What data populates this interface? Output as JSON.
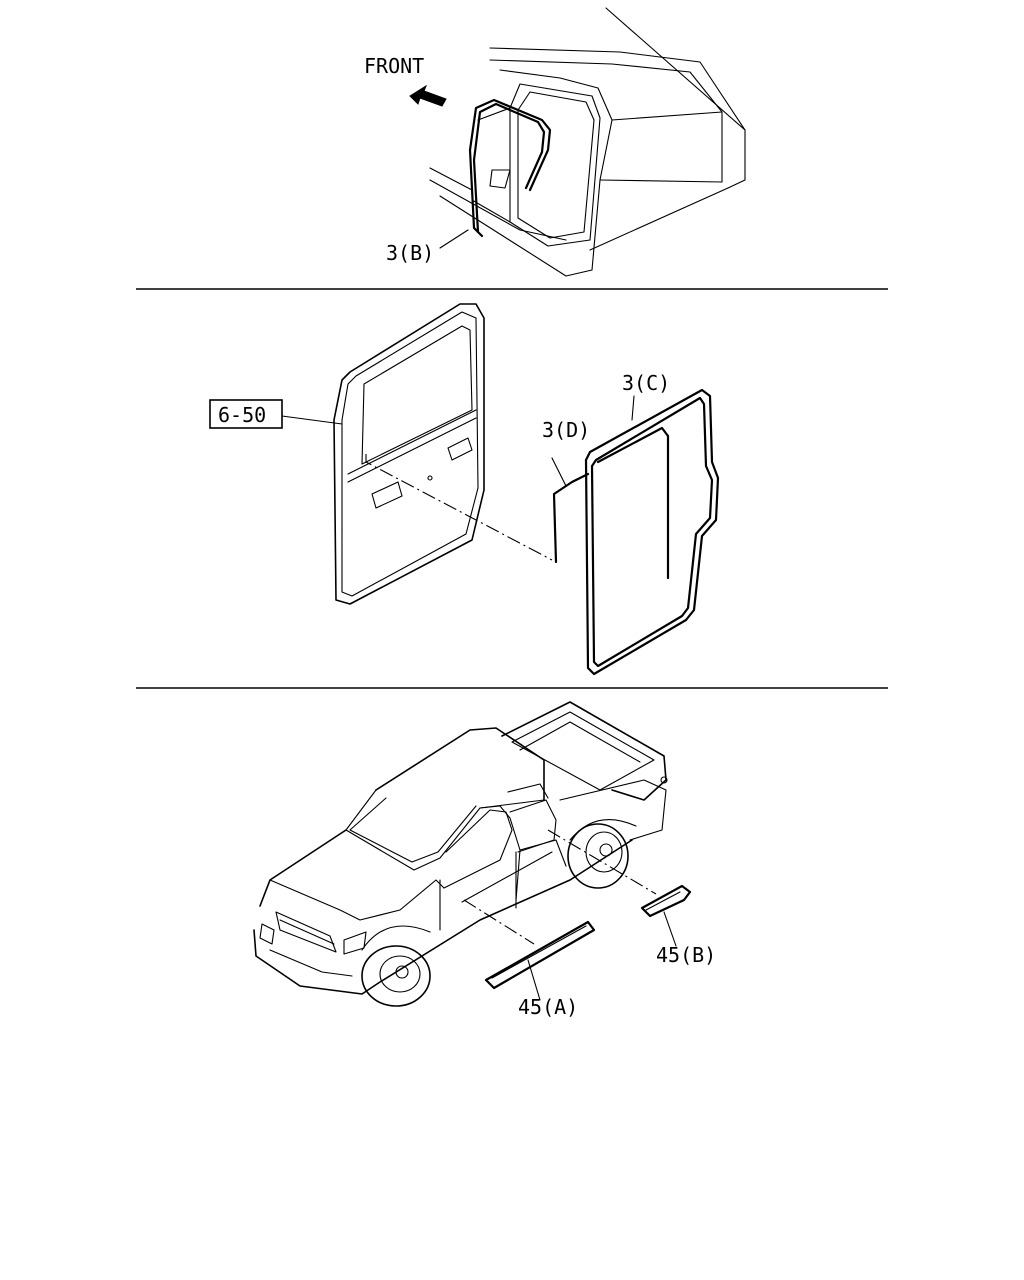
{
  "colors": {
    "line": "#000000",
    "background": "#ffffff"
  },
  "panels": {
    "top": {
      "front_label": "FRONT",
      "callout_3b": "3(B)"
    },
    "middle": {
      "ref_box": "6-50",
      "callout_3c": "3(C)",
      "callout_3d": "3(D)"
    },
    "bottom": {
      "callout_45a": "45(A)",
      "callout_45b": "45(B)"
    }
  }
}
